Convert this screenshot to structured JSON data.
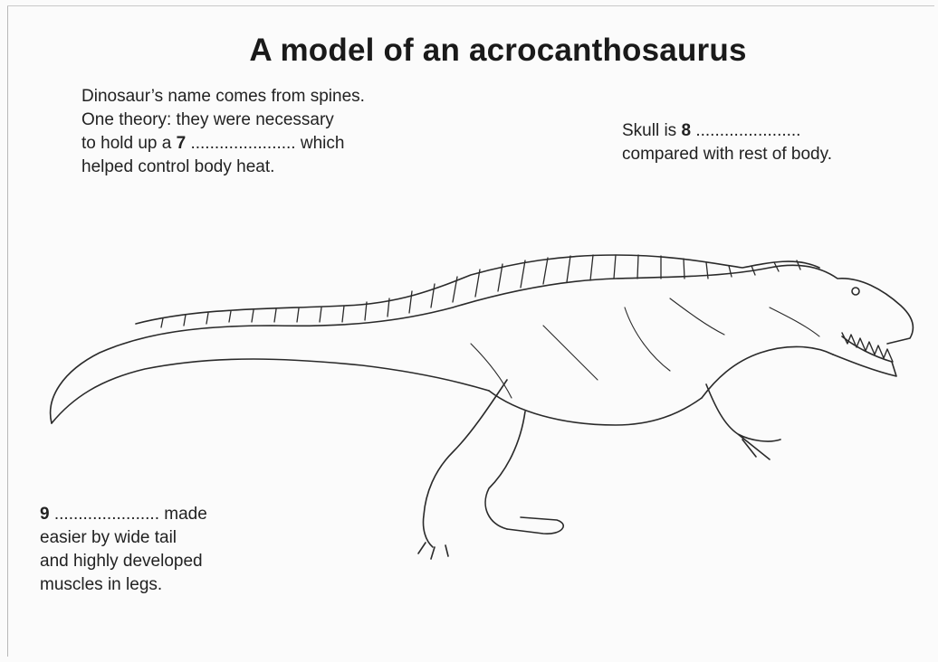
{
  "title": "A model of an acrocanthosaurus",
  "notes": {
    "q7": {
      "line1": "Dinosaur’s name comes from spines.",
      "line2": "One theory: they were necessary",
      "line3_pre": "to hold up a ",
      "number": "7",
      "line3_post": " ...................... which",
      "line4": "helped control body heat."
    },
    "q8": {
      "line1_pre": "Skull is ",
      "number": "8",
      "line1_post": " ......................",
      "line2": "compared with rest of body."
    },
    "q9": {
      "number": "9",
      "line1_post": " ...................... made",
      "line2": "easier by wide tail",
      "line3": "and highly developed",
      "line4": "muscles in legs."
    }
  }
}
